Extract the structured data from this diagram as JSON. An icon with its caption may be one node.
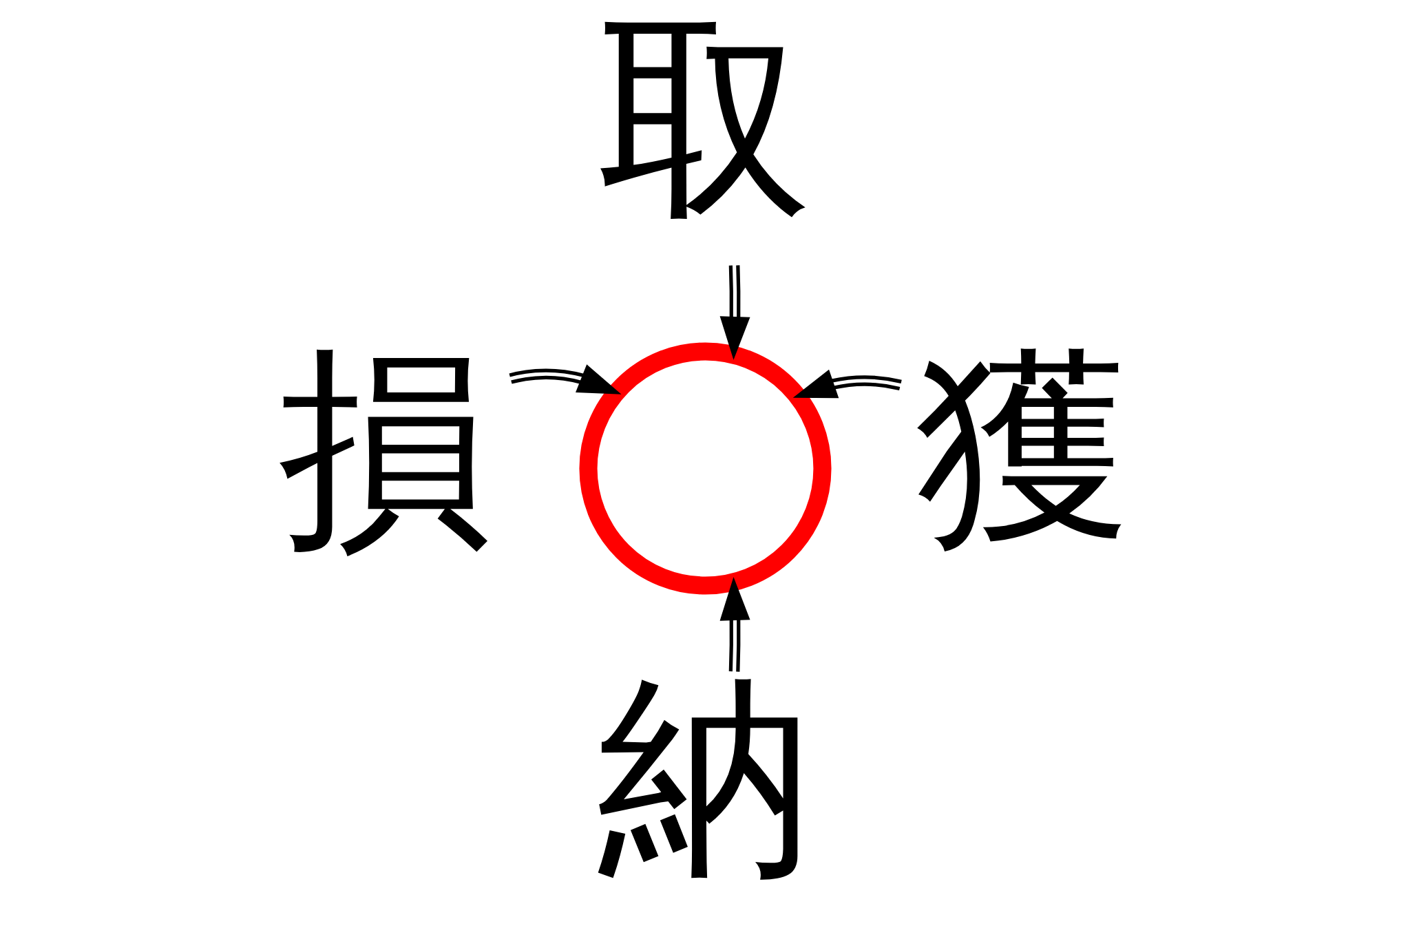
{
  "diagram": {
    "nodes": [
      {
        "text": [
          "取"
        ]
      },
      {
        "text": [
          "損"
        ]
      },
      {
        "text": [],
        "shape": "circle"
      },
      {
        "text": [
          "獲"
        ]
      },
      {
        "text": [
          "納"
        ]
      }
    ],
    "edges": [
      {
        "from": 0,
        "to": 2,
        "arrow": "to"
      },
      {
        "from": 1,
        "to": 2,
        "arrow": "to"
      },
      {
        "from": 3,
        "to": 2,
        "arrow": "to"
      },
      {
        "from": 4,
        "to": 2,
        "arrow": "to"
      }
    ]
  }
}
